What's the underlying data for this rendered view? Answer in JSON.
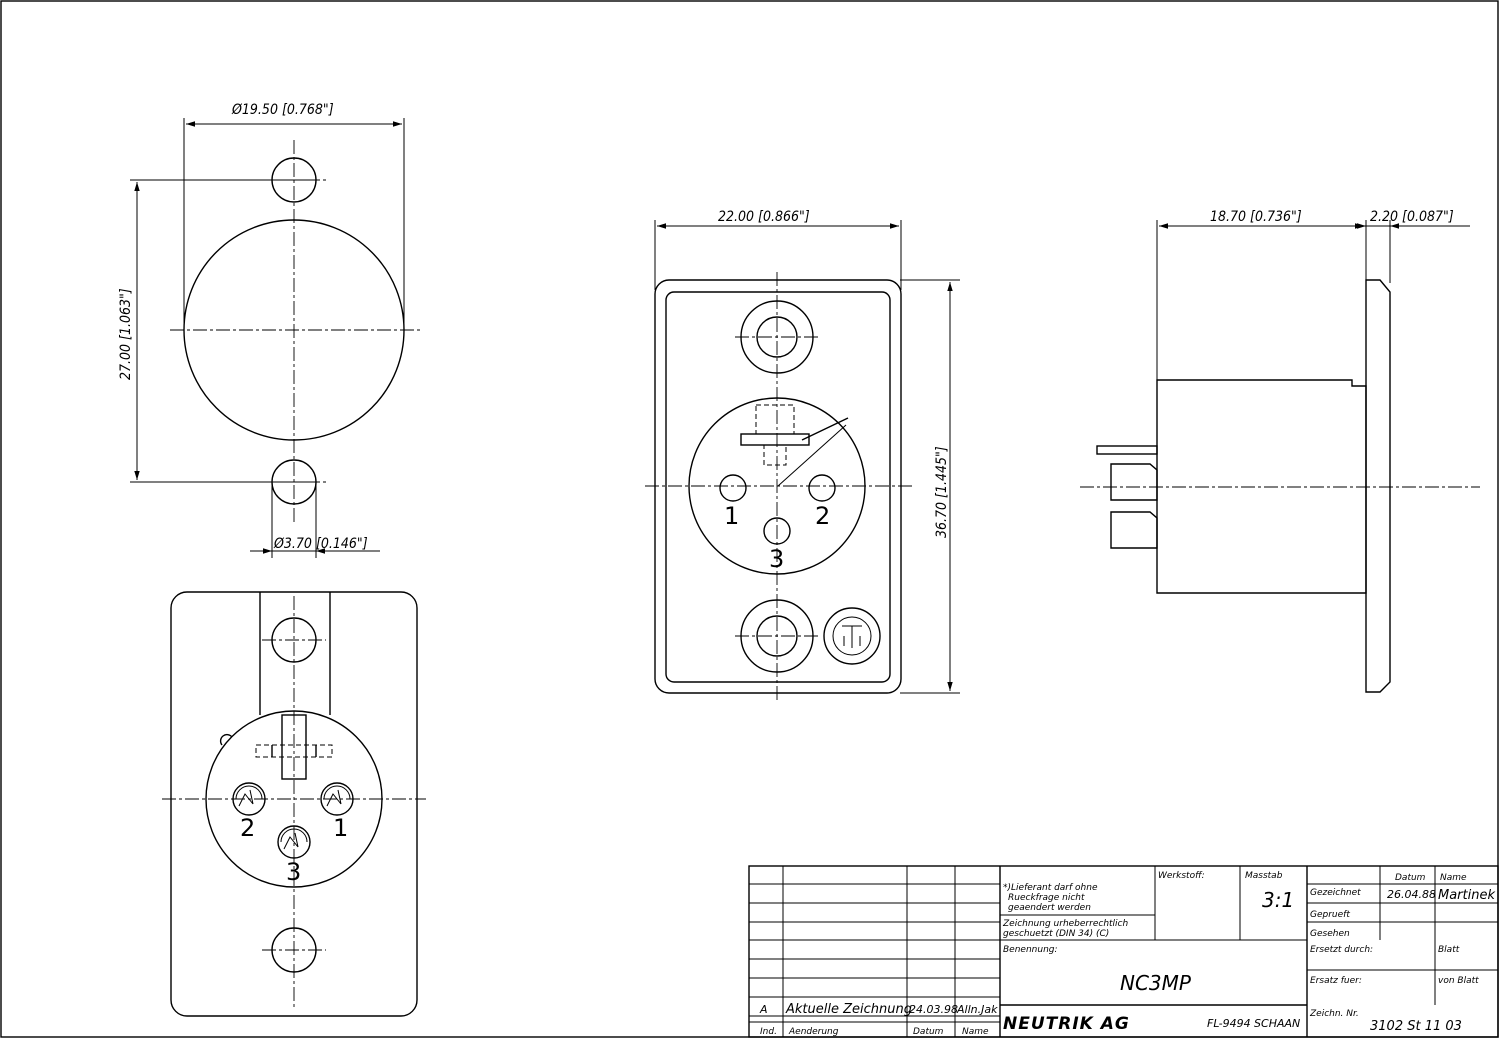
{
  "drawing": {
    "dimensions": {
      "front_width": "Ø19.50 [0.768\"]",
      "front_height": "27.00 [1.063\"]",
      "hole_dia": "Ø3.70 [0.146\"]",
      "flange_width": "22.00 [0.866\"]",
      "flange_height": "36.70 [1.445\"]",
      "body_depth": "18.70 [0.736\"]",
      "flange_thickness": "2.20 [0.087\"]"
    },
    "pins_front": [
      "1",
      "2",
      "3"
    ],
    "pins_rear": [
      "2",
      "1",
      "3"
    ]
  },
  "title_block": {
    "notes_1": [
      "*)Lieferant darf ohne",
      "Rueckfrage nicht",
      "geaendert werden"
    ],
    "notes_2": [
      "Zeichnung urheberrechtlich",
      "geschuetzt (DIN 34) (C)"
    ],
    "werkstoff_label": "Werkstoff:",
    "massstab_label": "Masstab",
    "massstab_value": "3:1",
    "datum_label": "Datum",
    "name_label": "Name",
    "gezeichnet_label": "Gezeichnet",
    "gezeichnet_date": "26.04.88",
    "gezeichnet_name": "Martinek",
    "geprueft_label": "Geprueft",
    "gesehen_label": "Gesehen",
    "benennung_label": "Benennung:",
    "part_name": "NC3MP",
    "ersetzt_durch_label": "Ersetzt durch:",
    "blatt_label": "Blatt",
    "ersatz_fuer_label": "Ersatz fuer:",
    "von_blatt_label": "von Blatt",
    "company": "NEUTRIK AG",
    "company_address": "FL-9494 SCHAAN",
    "zeichn_nr_label": "Zeichn. Nr.",
    "drawing_number": "3102 St 11 03",
    "revision": {
      "index": "A",
      "description": "Aktuelle Zeichnung",
      "date": "24.03.98",
      "name": "Alln.Jak"
    },
    "rev_headers": {
      "ind": "Ind.",
      "aenderung": "Aenderung",
      "datum": "Datum",
      "name": "Name"
    }
  }
}
